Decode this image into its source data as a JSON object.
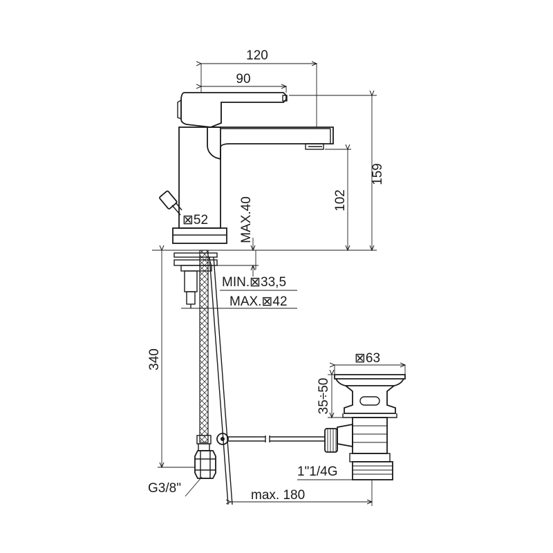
{
  "dimensions": {
    "overall_length": "120",
    "handle_length": "90",
    "total_height": "159",
    "spout_height": "102",
    "max_deck_thickness": "MAX.40",
    "base_size": "⊠52",
    "min_hole": "MIN.⊠33,5",
    "max_hole": "MAX.⊠42",
    "hose_length": "340",
    "waste_diameter": "⊠63",
    "waste_adjust": "35÷50",
    "waste_thread": "1\"1/4G",
    "rod_length": "max. 180",
    "hose_connection": "G3/8\""
  }
}
